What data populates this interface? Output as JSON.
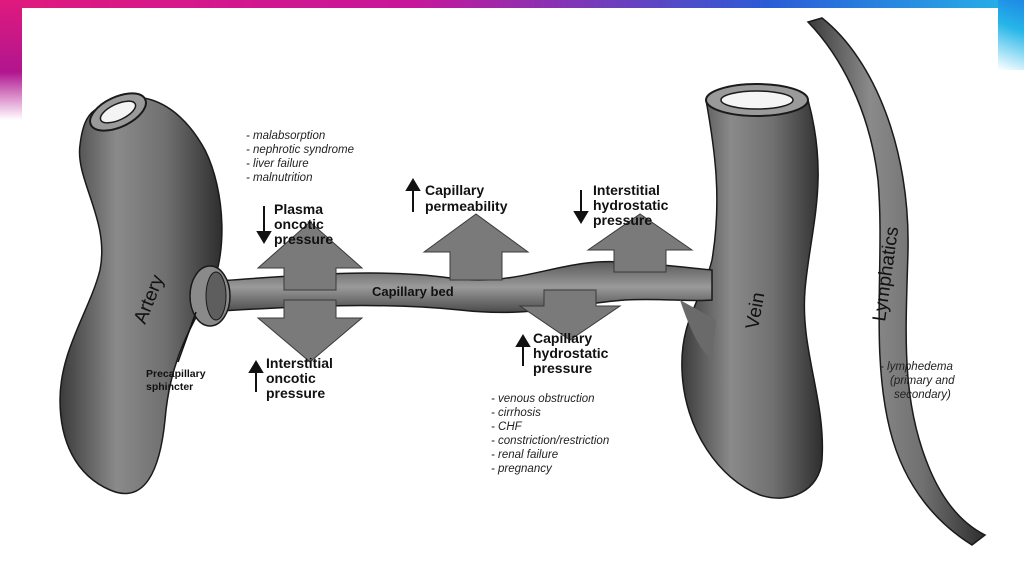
{
  "labels": {
    "artery": "Artery",
    "vein": "Vein",
    "lymphatics": "Lymphatics",
    "capillary_bed": "Capillary bed",
    "precapillary_sphincter": [
      "Precapillary",
      "sphincter"
    ],
    "plasma_oncotic": [
      "Plasma",
      "oncotic",
      "pressure"
    ],
    "interstitial_oncotic": [
      "Interstitial",
      "oncotic",
      "pressure"
    ],
    "capillary_permeability": [
      "Capillary",
      "permeability"
    ],
    "interstitial_hydrostatic": [
      "Interstitial",
      "hydrostatic",
      "pressure"
    ],
    "capillary_hydrostatic": [
      "Capillary",
      "hydrostatic",
      "pressure"
    ]
  },
  "causes": {
    "plasma_oncotic": [
      "- malabsorption",
      "- nephrotic syndrome",
      "- liver failure",
      "- malnutrition"
    ],
    "capillary_hydrostatic": [
      "- venous obstruction",
      "- cirrhosis",
      "- CHF",
      "- constriction/restriction",
      "- renal failure",
      "- pregnancy"
    ],
    "lymphatics": [
      "- lymphedema",
      "(primary and",
      "secondary)"
    ]
  },
  "colors": {
    "vessel": "#6b6b6b",
    "vessel_dark": "#3a3a3a",
    "arrow": "#7a7a7a"
  }
}
